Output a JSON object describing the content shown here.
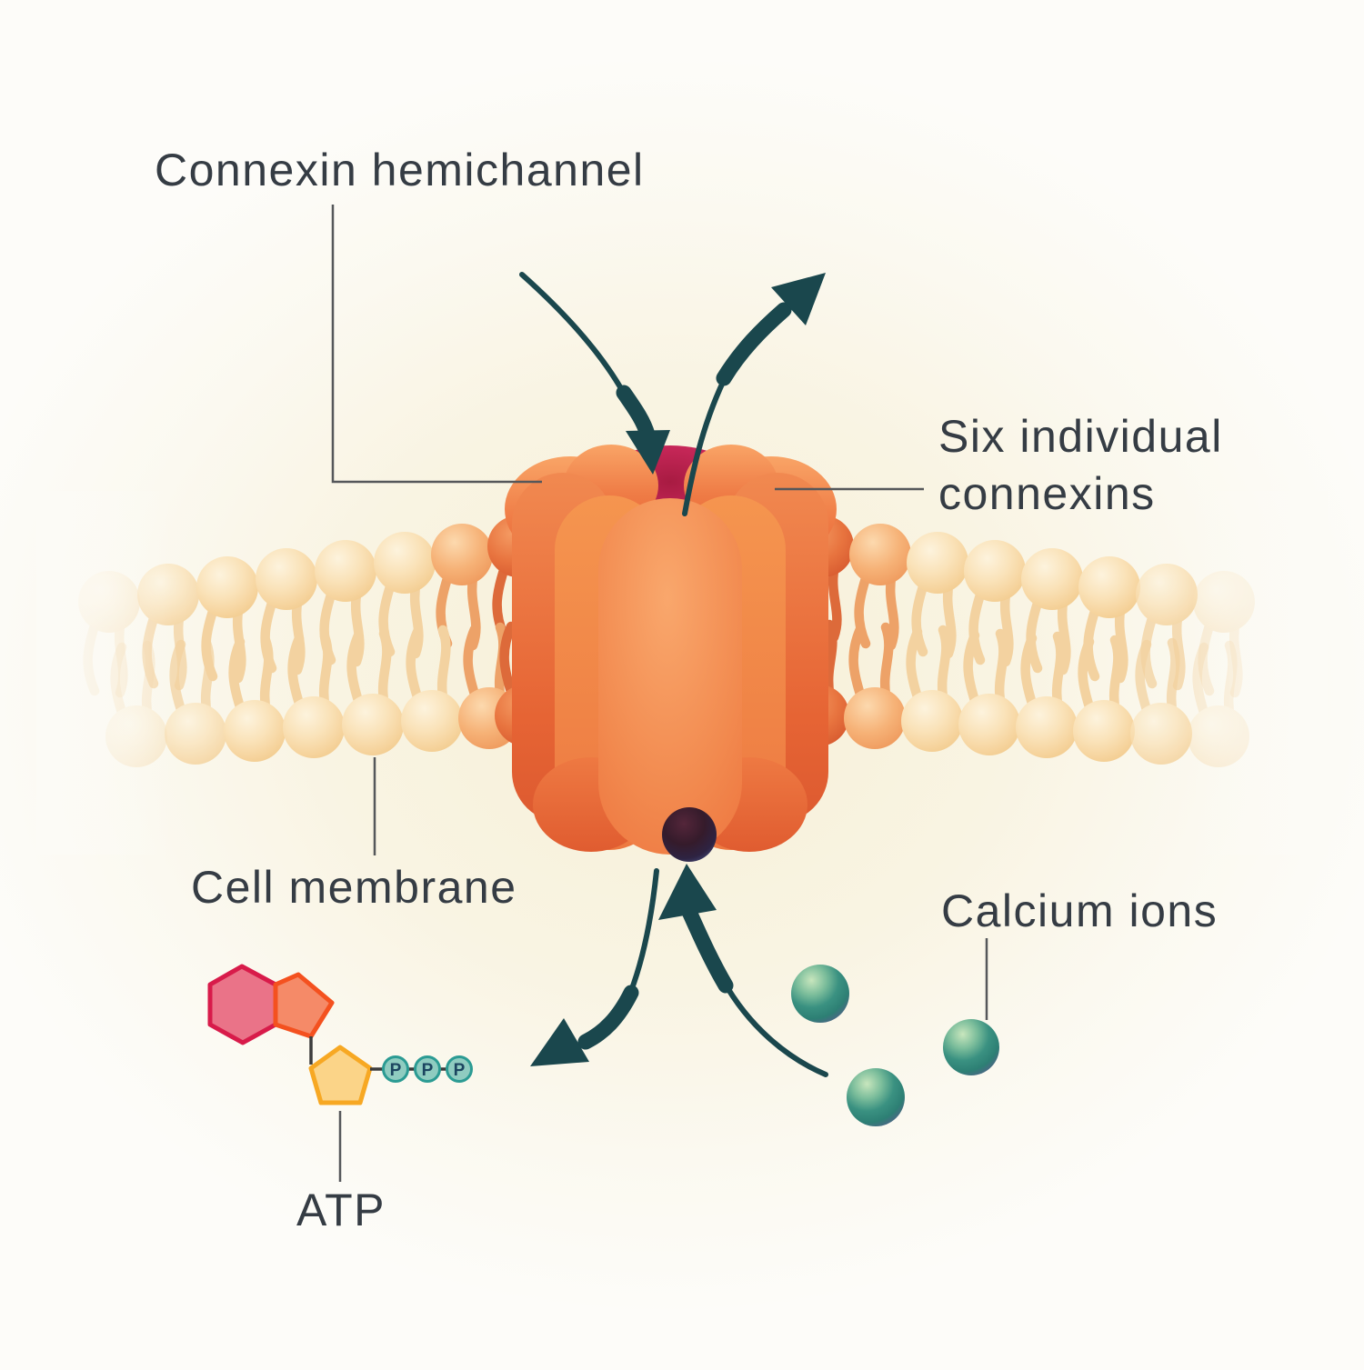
{
  "title": "Connexin hemichannel diagram",
  "labels": {
    "connexin_hemichannel": "Connexin hemichannel",
    "six_individual_line1": "Six individual",
    "six_individual_line2": "connexins",
    "cell_membrane": "Cell membrane",
    "calcium_ions": "Calcium ions",
    "atp": "ATP"
  },
  "phosphate_labels": [
    "P",
    "P",
    "P"
  ],
  "counts": {
    "calcium_ions_visible": 3,
    "phosphate_groups": 3
  },
  "colors": {
    "background": "#fcfbf7",
    "background_glow": "#f7f0d6",
    "label_text": "#353c44",
    "leader_line": "#55575a",
    "arrow": "#1a474d",
    "lipid_head": "#f8dcae",
    "lipid_head_highlight": "#fdf3dd",
    "lipid_tail": "#f3d2a0",
    "lipid_head_orange_light": "#f6b277",
    "lipid_head_orange_dark": "#e8743f",
    "channel_orange": "#f28a52",
    "channel_deep_orange": "#e25d2f",
    "pore_magenta": "#c62758",
    "calcium_green": "#3a9181",
    "dark_ion_maroon": "#3a1d2e",
    "atp_hexagon_fill": "#ea7388",
    "atp_hexagon_stroke": "#d81b4a",
    "atp_pentagon_fill": "#f58a68",
    "atp_pentagon_stroke": "#f4511f",
    "atp_ribose_fill": "#fbd488",
    "atp_ribose_stroke": "#f7a823",
    "phosphate_fill": "#8fccc0",
    "phosphate_stroke": "#2b9b93",
    "phosphate_text": "#1c4560",
    "phosphate_connector": "#3c3c3c"
  }
}
